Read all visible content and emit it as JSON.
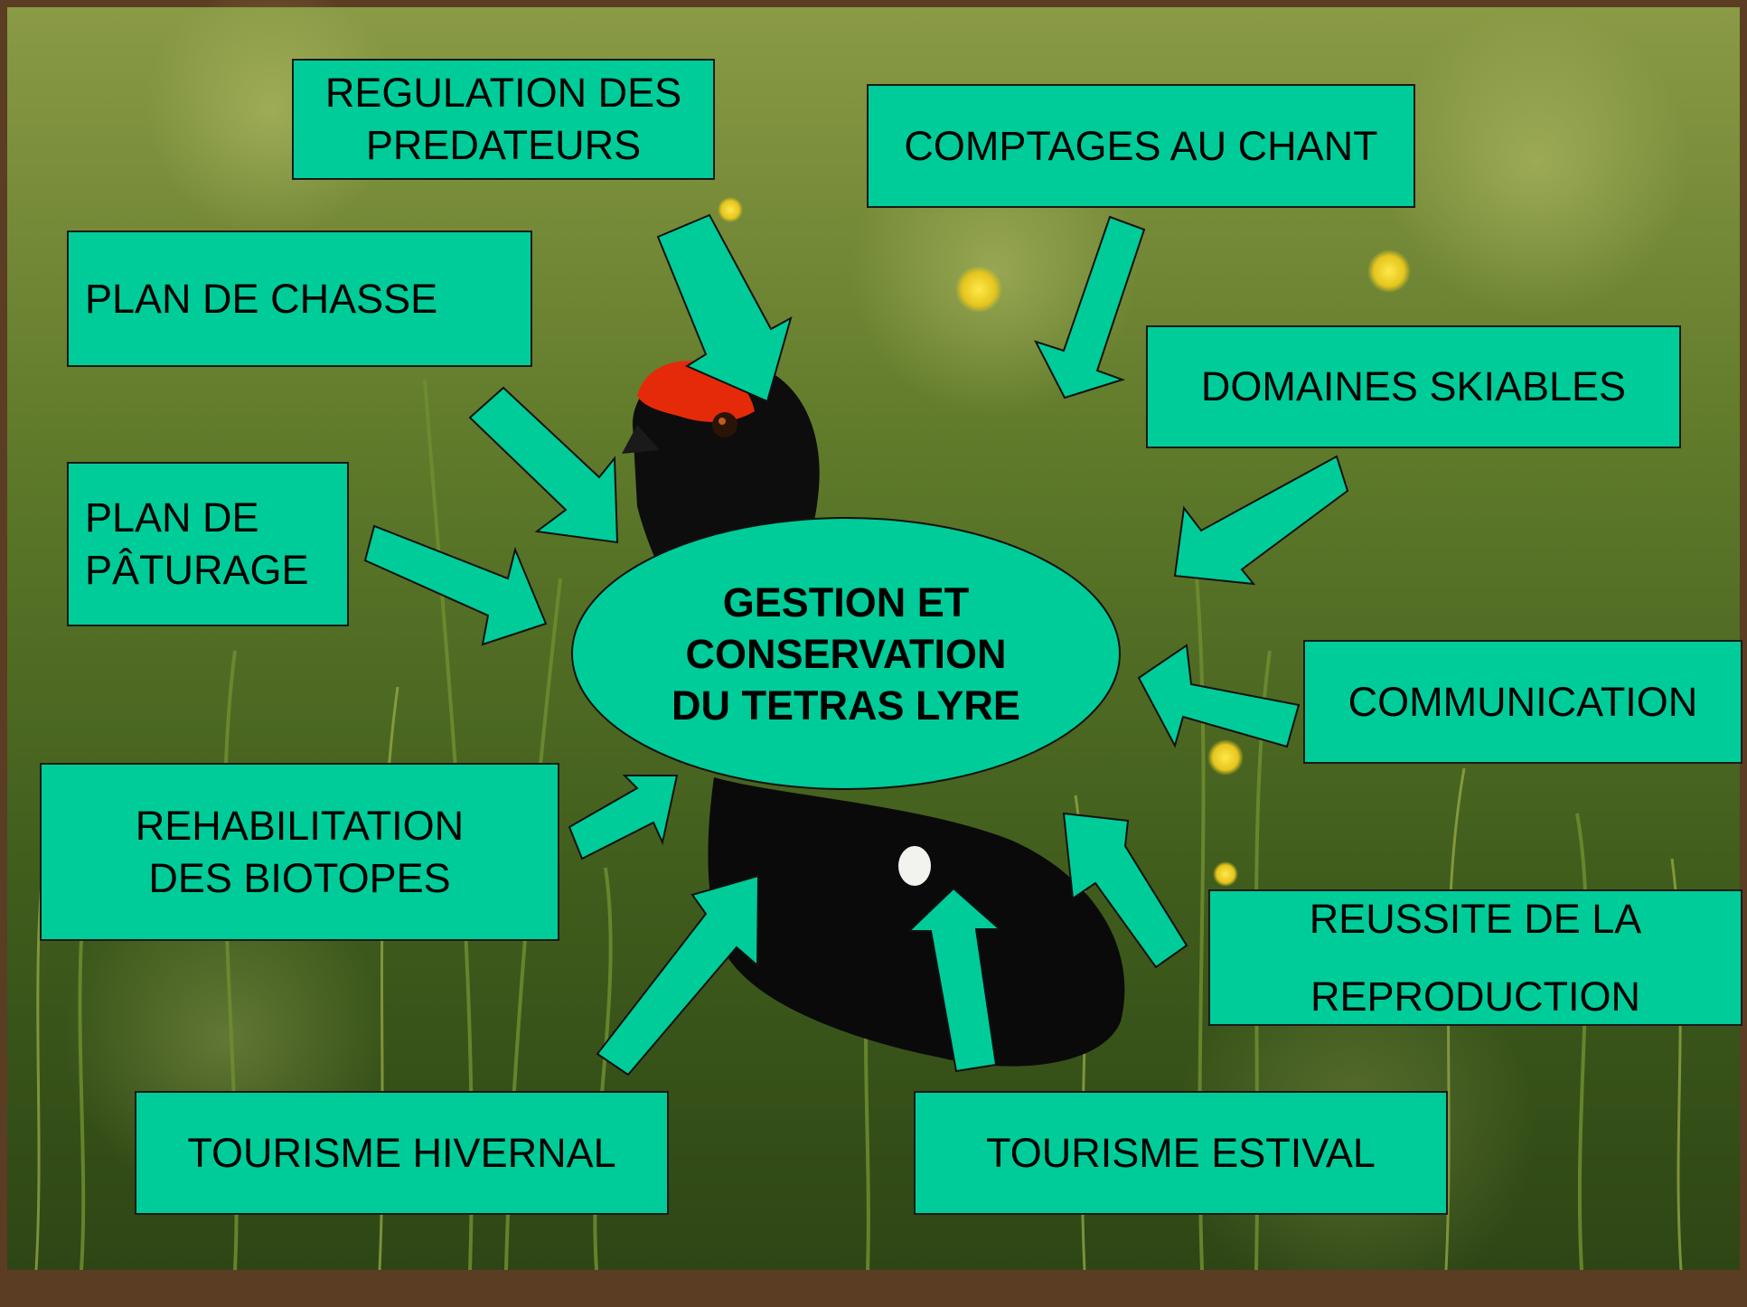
{
  "colors": {
    "box_fill": "#00cc99",
    "box_border": "#1a1a1a",
    "frame": "#5a3d22",
    "comb_red": "#e52a0a"
  },
  "hub": {
    "lines": [
      "GESTION ET",
      "CONSERVATION",
      "DU TETRAS LYRE"
    ]
  },
  "factors": [
    {
      "id": "regulation-predateurs",
      "lines": [
        "REGULATION DES",
        "PREDATEURS"
      ]
    },
    {
      "id": "comptages-chant",
      "lines": [
        "COMPTAGES AU CHANT"
      ]
    },
    {
      "id": "plan-chasse",
      "lines": [
        "PLAN DE CHASSE"
      ]
    },
    {
      "id": "domaines-skiables",
      "lines": [
        "DOMAINES SKIABLES"
      ]
    },
    {
      "id": "plan-paturage",
      "lines": [
        "PLAN DE",
        "PÂTURAGE"
      ]
    },
    {
      "id": "communication",
      "lines": [
        "COMMUNICATION"
      ]
    },
    {
      "id": "rehabilitation-biotopes",
      "lines": [
        "REHABILITATION",
        "DES BIOTOPES"
      ]
    },
    {
      "id": "reussite-reproduction",
      "lines": [
        "REUSSITE DE LA",
        "REPRODUCTION"
      ]
    },
    {
      "id": "tourisme-hivernal",
      "lines": [
        "TOURISME HIVERNAL"
      ]
    },
    {
      "id": "tourisme-estival",
      "lines": [
        "TOURISME ESTIVAL"
      ]
    }
  ]
}
